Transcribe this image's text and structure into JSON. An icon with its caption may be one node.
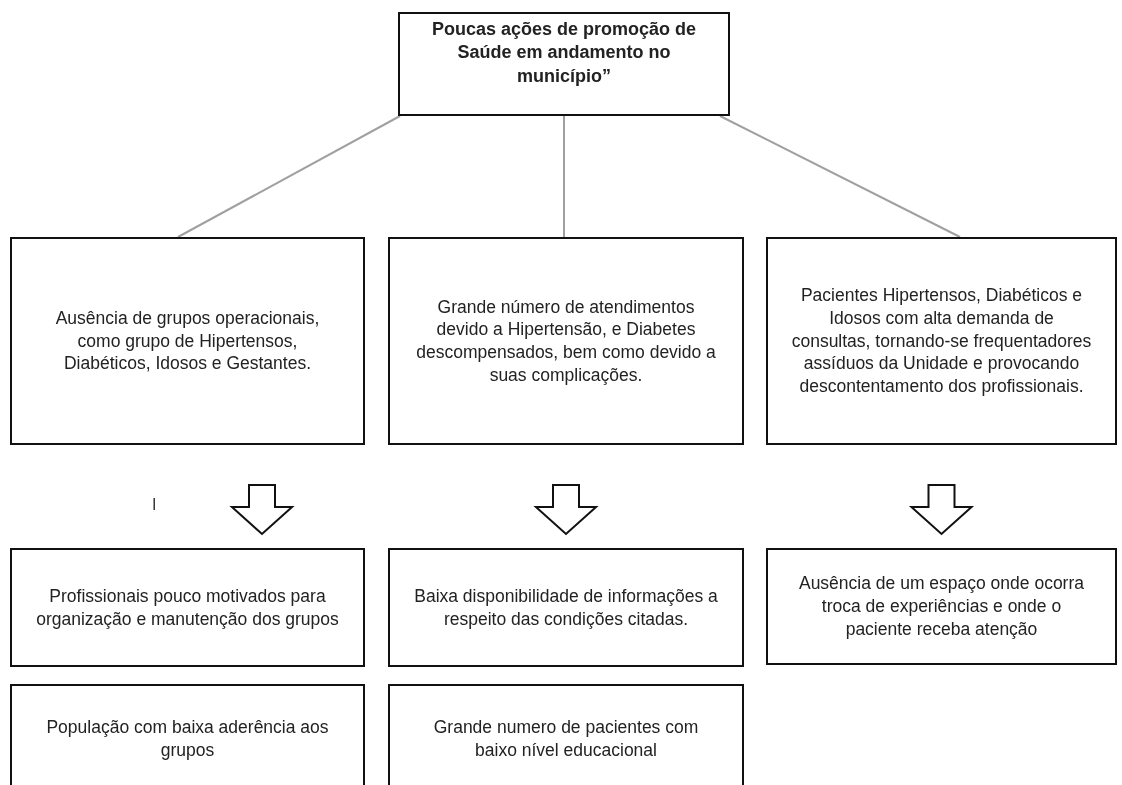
{
  "diagram": {
    "nodes": [
      {
        "text": [
          "Poucas ações de promoção de Saúde em andamento no município”"
        ]
      },
      {
        "text": [
          "Ausência de grupos operacionais, como grupo de Hipertensos, Diabéticos, Idosos e Gestantes."
        ]
      },
      {
        "text": [
          "Grande número de atendimentos devido a Hipertensão, e Diabetes descompensados, bem como devido a suas complicações."
        ]
      },
      {
        "text": [
          "Pacientes Hipertensos, Diabéticos e Idosos  com alta demanda de consultas, tornando-se frequentadores assíduos da Unidade e provocando descontentamento dos profissionais."
        ]
      },
      {
        "text": [
          "Profissionais pouco motivados para organização e manutenção dos grupos"
        ]
      },
      {
        "text": [
          "Baixa disponibilidade de informações a respeito das condições citadas."
        ]
      },
      {
        "text": [
          "Ausência  de um espaço onde ocorra troca de experiências e onde o paciente receba atenção"
        ]
      },
      {
        "text": [
          "População com baixa aderência aos grupos"
        ]
      },
      {
        "text": [
          "Grande numero de pacientes com baixo nível educacional"
        ]
      }
    ],
    "edges": [
      {
        "from": 0,
        "to": 1,
        "arrow": "none",
        "color": "#a0a0a0"
      },
      {
        "from": 0,
        "to": 2,
        "arrow": "none",
        "color": "#a0a0a0"
      },
      {
        "from": 0,
        "to": 3,
        "arrow": "none",
        "color": "#a0a0a0"
      },
      {
        "from": 1,
        "to": 4,
        "arrow": "to",
        "style": "thick"
      },
      {
        "from": 2,
        "to": 5,
        "arrow": "to",
        "style": "thick"
      },
      {
        "from": 3,
        "to": 6,
        "arrow": "to",
        "style": "thick"
      }
    ],
    "labels": [
      "I"
    ]
  }
}
